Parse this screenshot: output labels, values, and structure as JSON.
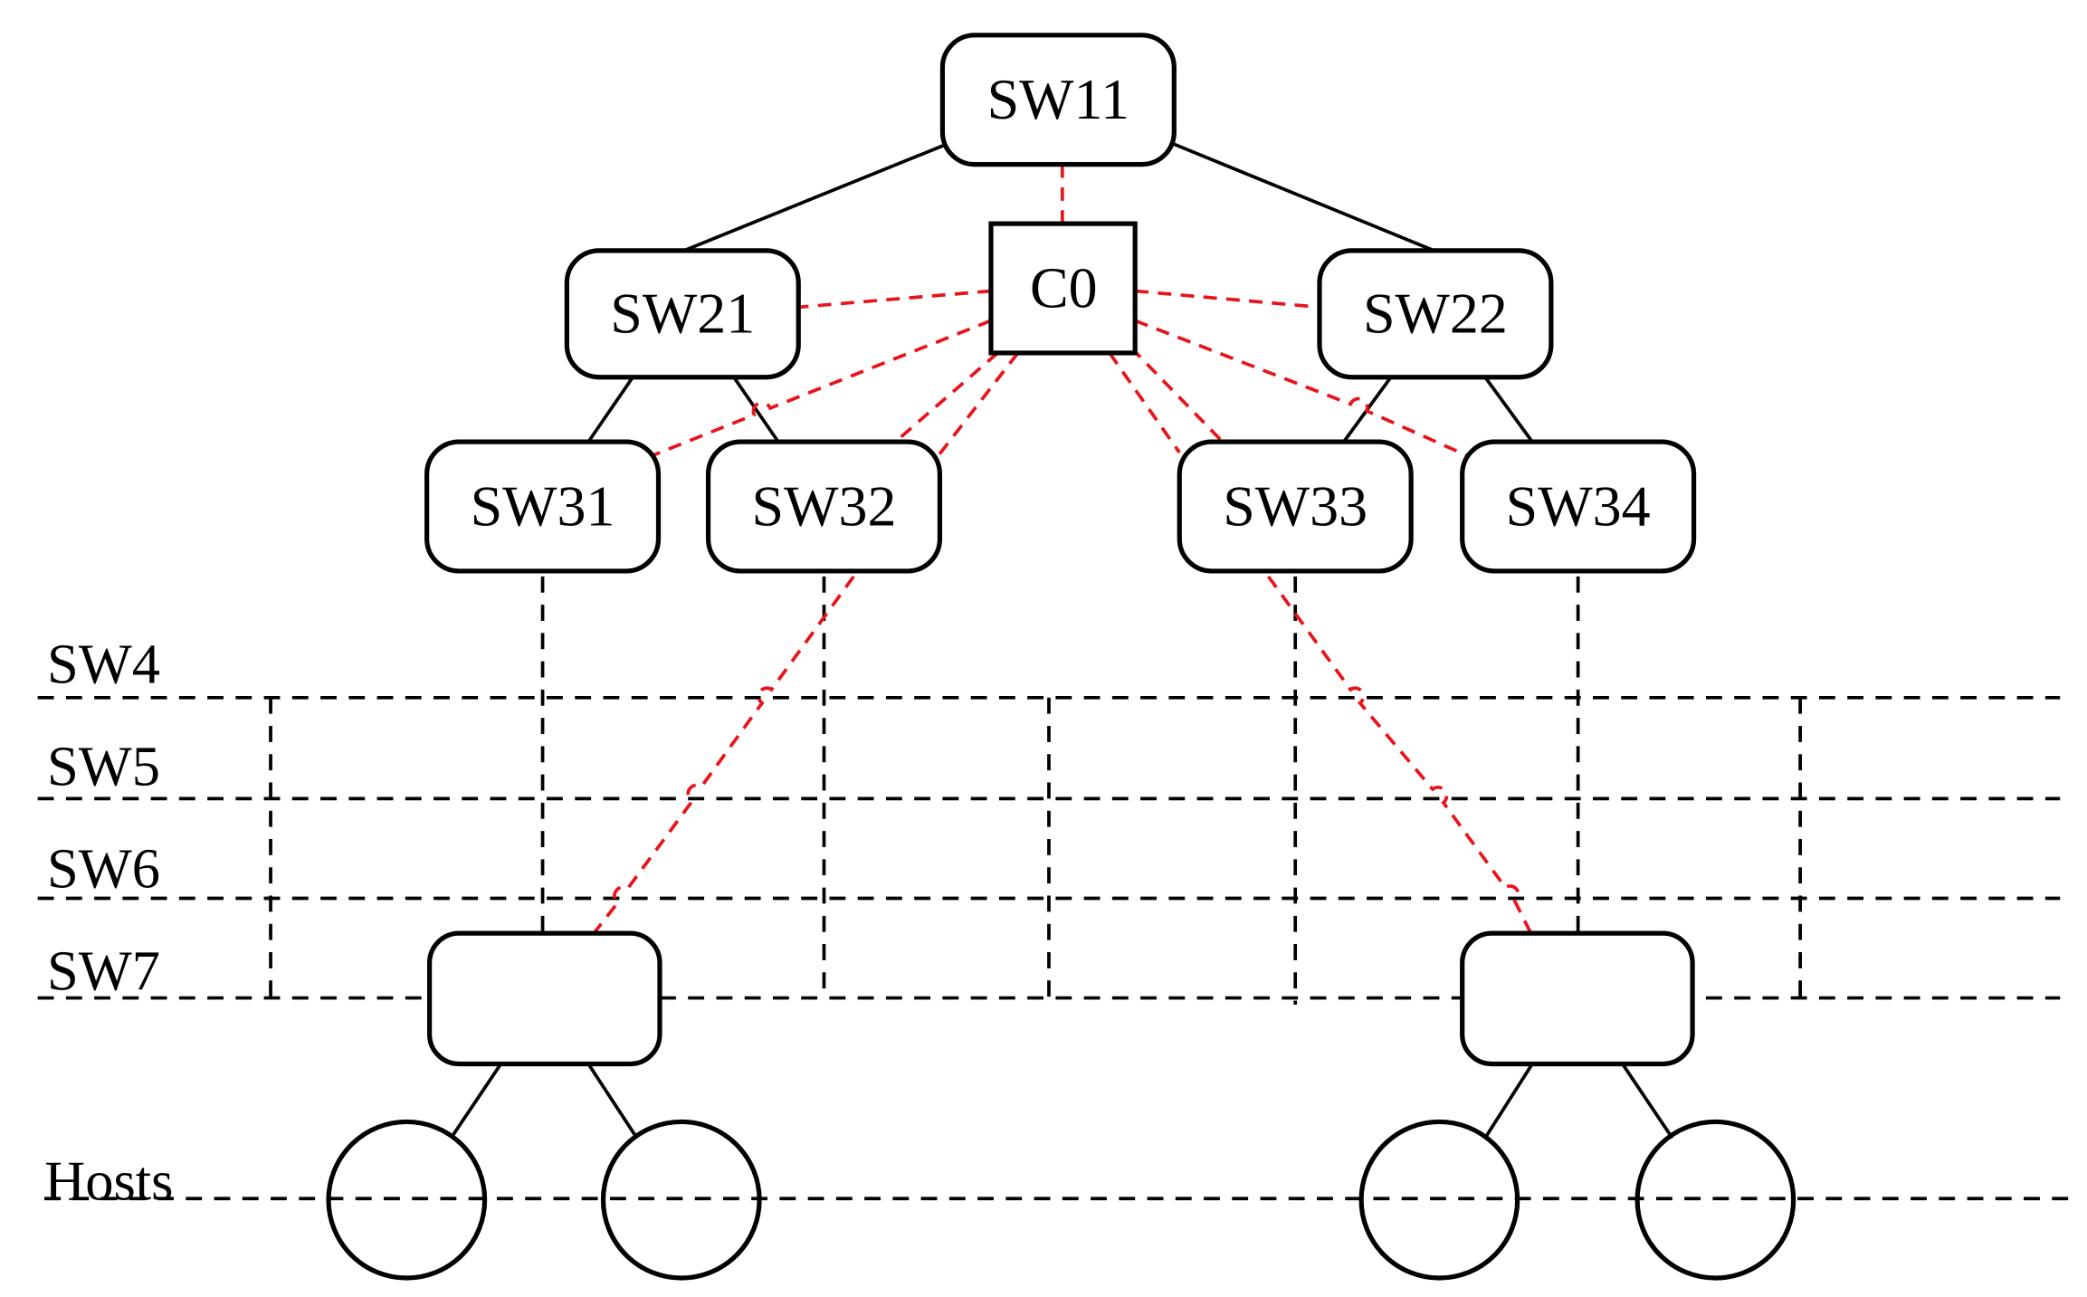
{
  "nodes": {
    "sw11": "SW11",
    "c0": "C0",
    "sw21": "SW21",
    "sw22": "SW22",
    "sw31": "SW31",
    "sw32": "SW32",
    "sw33": "SW33",
    "sw34": "SW34"
  },
  "layers": {
    "sw4": "SW4",
    "sw5": "SW5",
    "sw6": "SW6",
    "sw7": "SW7",
    "hosts": "Hosts"
  },
  "colors": {
    "line": "#000000",
    "control_link": "#e8141b",
    "background": "#ffffff"
  }
}
